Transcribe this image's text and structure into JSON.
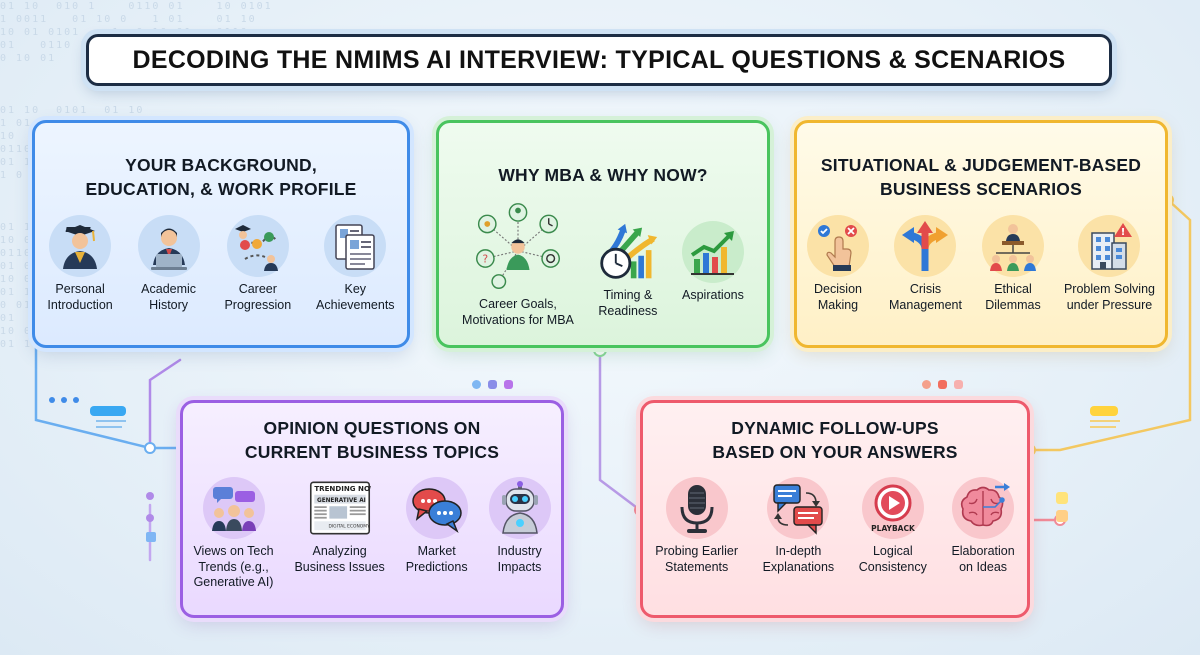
{
  "title": "DECODING THE NMIMS AI INTERVIEW: TYPICAL QUESTIONS & SCENARIOS",
  "colors": {
    "blue": "#3f8be8",
    "green": "#49c45e",
    "yellow": "#f0b72f",
    "purple": "#9b5fe3",
    "red": "#ee5a6c",
    "title_border": "#1d2d44"
  },
  "panels": {
    "background": {
      "title": "YOUR BACKGROUND,\nEDUCATION, & WORK PROFILE",
      "items": [
        {
          "icon": "graduate-icon",
          "label": "Personal\nIntroduction"
        },
        {
          "icon": "laptop-user-icon",
          "label": "Academic\nHistory"
        },
        {
          "icon": "career-path-icon",
          "label": "Career\nProgression"
        },
        {
          "icon": "documents-icon",
          "label": "Key\nAchievements"
        }
      ]
    },
    "why_mba": {
      "title": "WHY MBA & WHY NOW?",
      "items": [
        {
          "icon": "goals-network-icon",
          "label": "Career Goals,\nMotivations for MBA"
        },
        {
          "icon": "clock-growth-icon",
          "label": "Timing &\nReadiness"
        },
        {
          "icon": "growth-chart-icon",
          "label": "Aspirations"
        }
      ]
    },
    "situational": {
      "title": "SITUATIONAL & JUDGEMENT-BASED\nBUSINESS SCENARIOS",
      "items": [
        {
          "icon": "decision-hand-icon",
          "label": "Decision\nMaking"
        },
        {
          "icon": "split-arrows-icon",
          "label": "Crisis\nManagement"
        },
        {
          "icon": "leader-team-icon",
          "label": "Ethical\nDilemmas"
        },
        {
          "icon": "building-alert-icon",
          "label": "Problem Solving\nunder Pressure"
        }
      ]
    },
    "opinion": {
      "title": "OPINION QUESTIONS ON\nCURRENT BUSINESS TOPICS",
      "items": [
        {
          "icon": "discussion-people-icon",
          "label": "Views on Tech\nTrends (e.g.,\nGenerative AI)"
        },
        {
          "icon": "newspaper-icon",
          "label": "Analyzing\nBusiness Issues",
          "texts": [
            "TRENDING NOW",
            "GENERATIVE AI",
            "DIGITAL ECONOMY"
          ]
        },
        {
          "icon": "speech-bubbles-icon",
          "label": "Market\nPredictions"
        },
        {
          "icon": "robot-icon",
          "label": "Industry\nImpacts"
        }
      ]
    },
    "followups": {
      "title": "DYNAMIC FOLLOW-UPS\nBASED ON YOUR ANSWERS",
      "items": [
        {
          "icon": "microphone-icon",
          "label": "Probing Earlier\nStatements"
        },
        {
          "icon": "chat-arrows-icon",
          "label": "In-depth\nExplanations"
        },
        {
          "icon": "playback-icon",
          "label": "Logical\nConsistency",
          "badge": "PLAYBACK"
        },
        {
          "icon": "brain-icon",
          "label": "Elaboration\non Ideas"
        }
      ]
    }
  }
}
